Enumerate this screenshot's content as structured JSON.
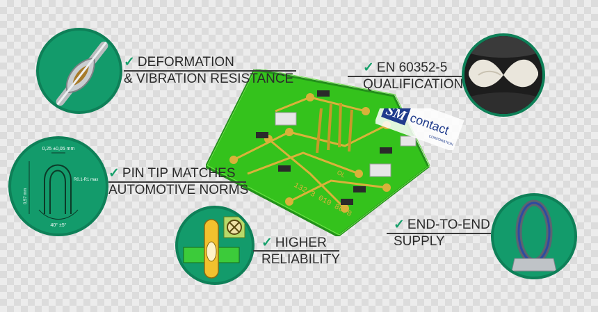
{
  "features": [
    {
      "lines": [
        "DEFORMATION",
        "& VIBRATION RESISTANCE"
      ]
    },
    {
      "lines": [
        "EN 60352-5",
        "QUALIFICATION"
      ]
    },
    {
      "lines": [
        "PIN TIP MATCHES",
        "AUTOMOTIVE NORMS"
      ]
    },
    {
      "lines": [
        "HIGHER",
        "RELIABILITY"
      ]
    },
    {
      "lines": [
        "END-TO-END",
        "SUPPLY"
      ]
    }
  ],
  "check_mark": "✓",
  "diagram": {
    "width_label": "0,25 ±0,05 mm",
    "radius_label": "R0.1-R1 max",
    "length_label": "0,57 mm",
    "angle_label": "40° ±5°"
  },
  "board": {
    "marking": "132/3  010 8078",
    "ol_mark": "OL"
  },
  "logo": {
    "mark": "SM",
    "word": "contact",
    "sub": "CORPORATION"
  },
  "colors": {
    "accent": "#139b6b",
    "pcb": "#34c21c",
    "trace": "#d9b23a"
  }
}
